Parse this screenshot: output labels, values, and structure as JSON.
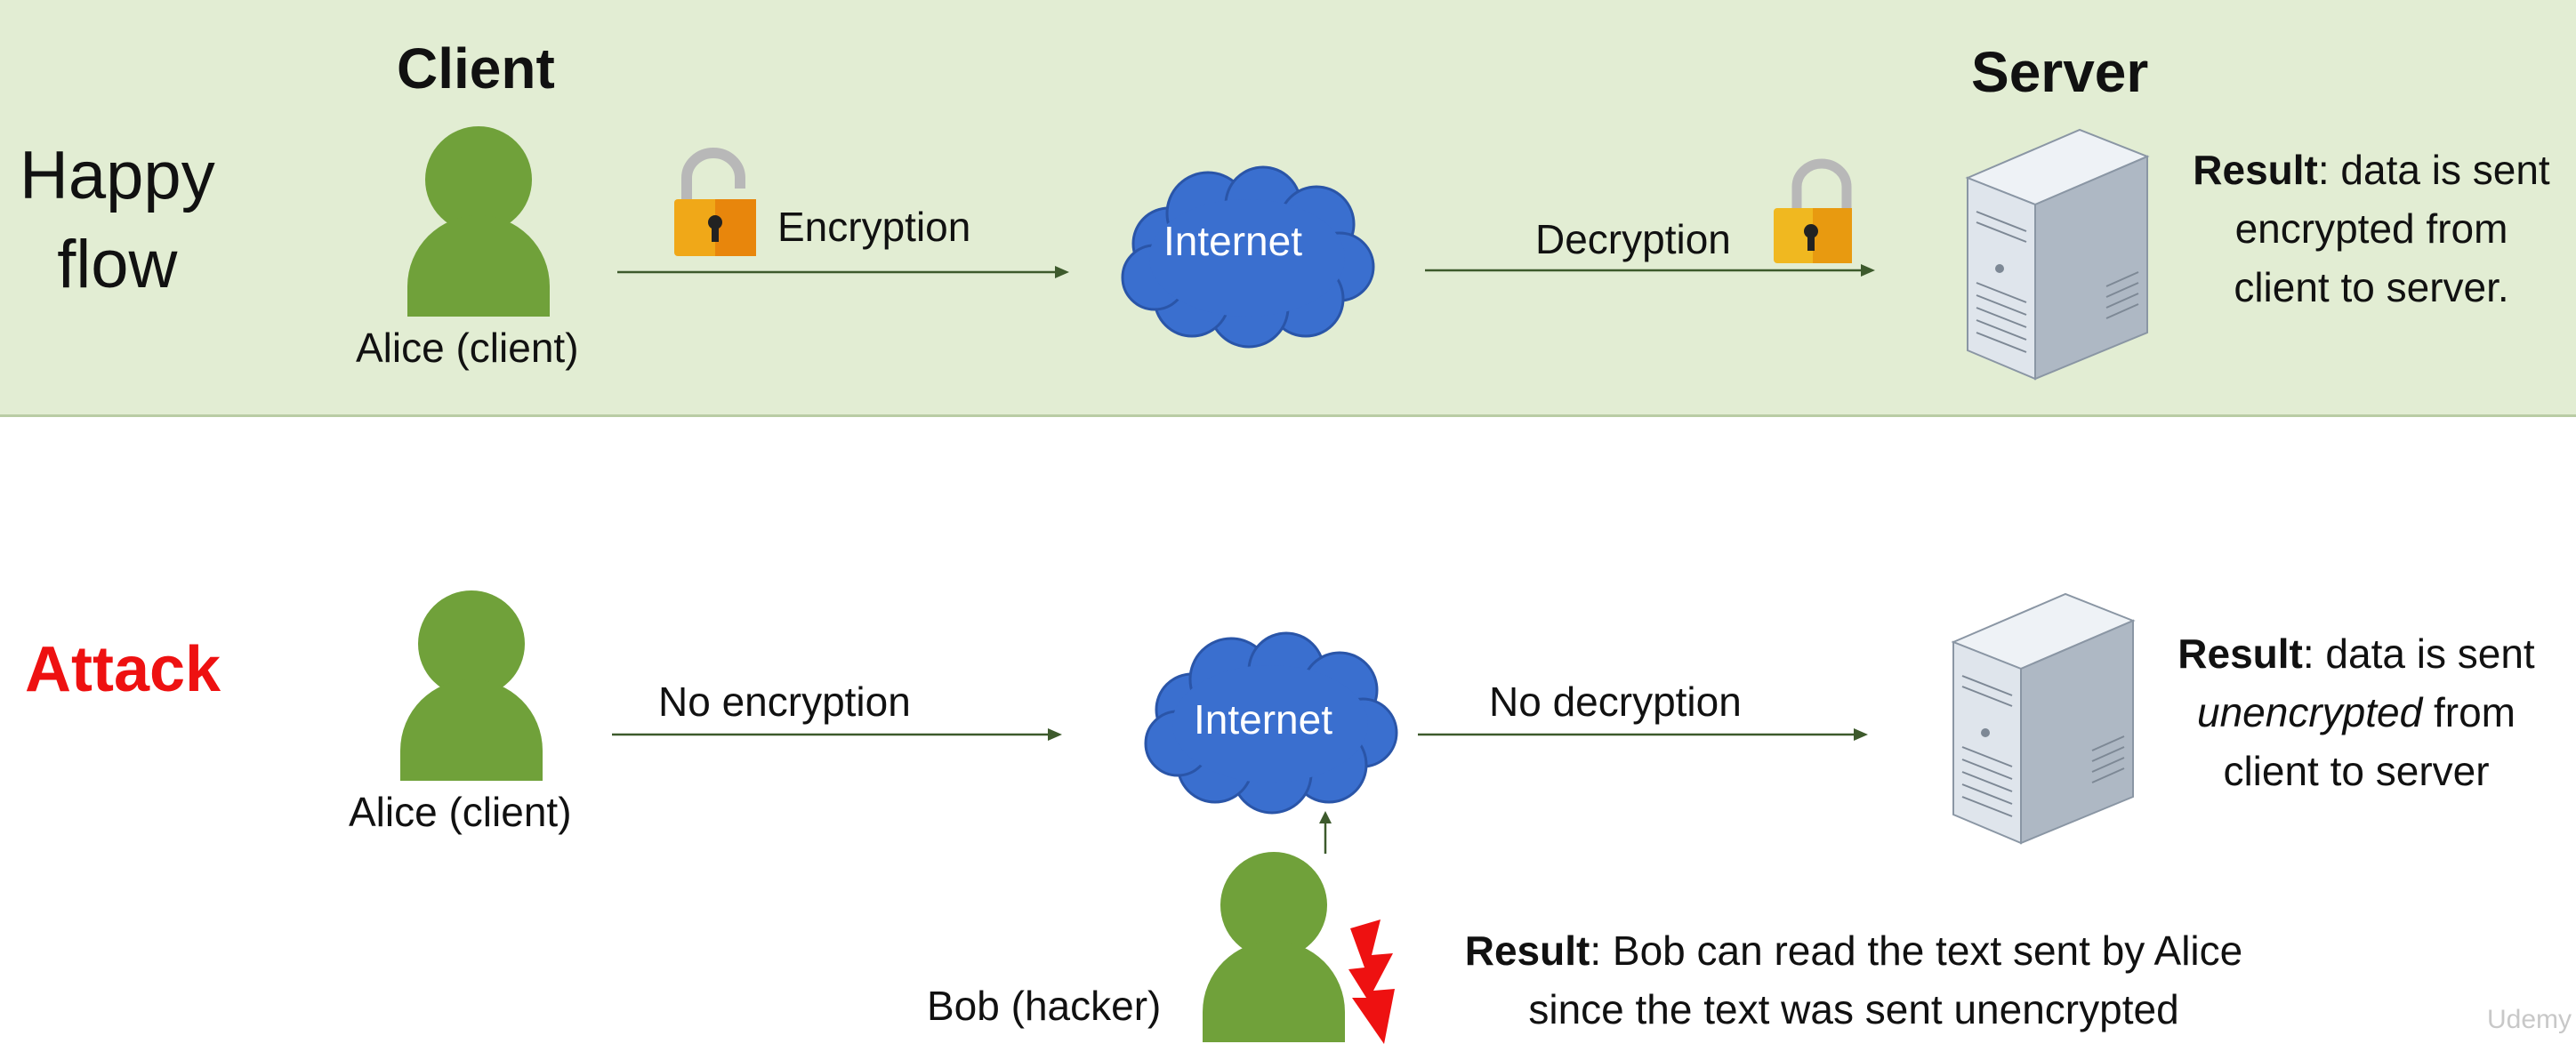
{
  "happy": {
    "side_label_line1": "Happy",
    "side_label_line2": "flow",
    "client_header": "Client",
    "server_header": "Server",
    "client_label": "Alice (client)",
    "encryption_label": "Encryption",
    "internet_label": "Internet",
    "decryption_label": "Decryption",
    "result_bold": "Result",
    "result_line1_rest": ": data is sent",
    "result_line2": "encrypted from",
    "result_line3": "client to server."
  },
  "attack": {
    "side_label": "Attack",
    "client_label": "Alice (client)",
    "no_encryption_label": "No encryption",
    "internet_label": "Internet",
    "no_decryption_label": "No decryption",
    "result_bold": "Result",
    "result_line1_rest": ": data is sent",
    "result_line2_italic": "unencrypted",
    "result_line2_rest": " from",
    "result_line3": "client to server",
    "hacker_label": "Bob (hacker)",
    "hacker_result_bold": "Result",
    "hacker_result_line1_rest": ": Bob can read the text sent by Alice",
    "hacker_result_line2": "since the text was sent unencrypted"
  },
  "watermark": "Udemy",
  "colors": {
    "band_bg": "#e2edd3",
    "person": "#70a13a",
    "cloud": "#3a6fcf",
    "attack_red": "#ee1111",
    "lock_body": "#f0a818",
    "arrow": "#3d5a2c"
  },
  "icons": [
    "person-icon",
    "lock-open-icon",
    "cloud-icon",
    "server-icon",
    "lightning-icon"
  ]
}
